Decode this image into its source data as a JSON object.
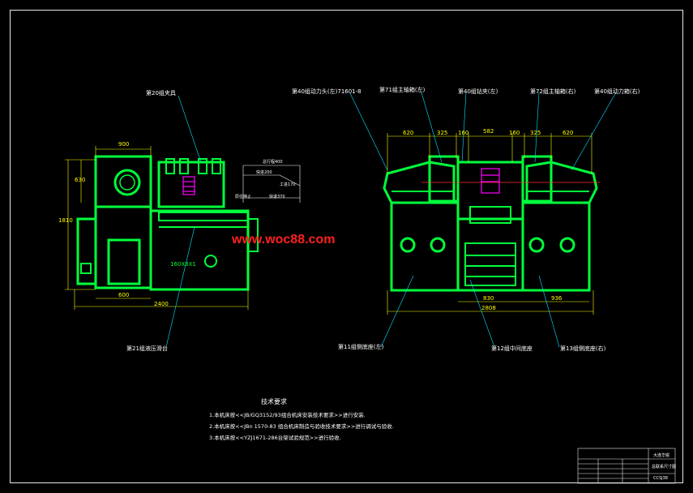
{
  "watermark": "www.woc88.com",
  "callouts": {
    "unit_20": "第20组夹具",
    "unit_21": "第21组液压滑台",
    "unit_40_left": "第40组动力头(左)71601-8",
    "unit_71": "第71组主轴箱(左)",
    "unit_40_mid": "第40组钻夹(左)",
    "unit_72": "第72组主轴箱(右)",
    "unit_40_right": "第40组动力箱(右)",
    "unit_11": "第11组侧底座(左)",
    "unit_12": "第12组中间底座",
    "unit_13": "第13组侧底座(右)"
  },
  "dims_left": {
    "top_width": "900",
    "height_upper": "630",
    "overall_height": "1810",
    "bottom_inner": "600",
    "overall_width": "2400",
    "slide_label": "160X8X1"
  },
  "cycle_diagram": {
    "total": "总行程400",
    "fast": "快进200",
    "work": "工进170",
    "back": "快退370",
    "stop": "原位停止"
  },
  "dims_right": {
    "d1": "620",
    "d2": "325",
    "d3": "160",
    "d4": "582",
    "d5": "160",
    "d6": "325",
    "d7": "620",
    "bottom_left": "830",
    "overall": "2808",
    "bottom_right": "936"
  },
  "tech_requirements": {
    "title": "技术要求",
    "items": [
      "1.本机床按<<JB/GQ3152/93组合机床安装技术要求>>进行安装.",
      "2.本机床按<<JBn 1570-83 组合机床制造与验收技术要求>>进行调试与验收.",
      "3.本机床按<<YZJ1671-286台架试验规范>>进行验收."
    ]
  },
  "title_block": {
    "company": "大连华锐",
    "drawing_name": "总联系尺寸图",
    "drawing_no": "CCSJ38"
  },
  "colors": {
    "machine": "#00ff3c",
    "dimension": "#ffff00",
    "leader": "#00e5ff",
    "highlight": "#ff00ff",
    "frame": "#e8e8e8",
    "watermark": "#ff2020"
  }
}
